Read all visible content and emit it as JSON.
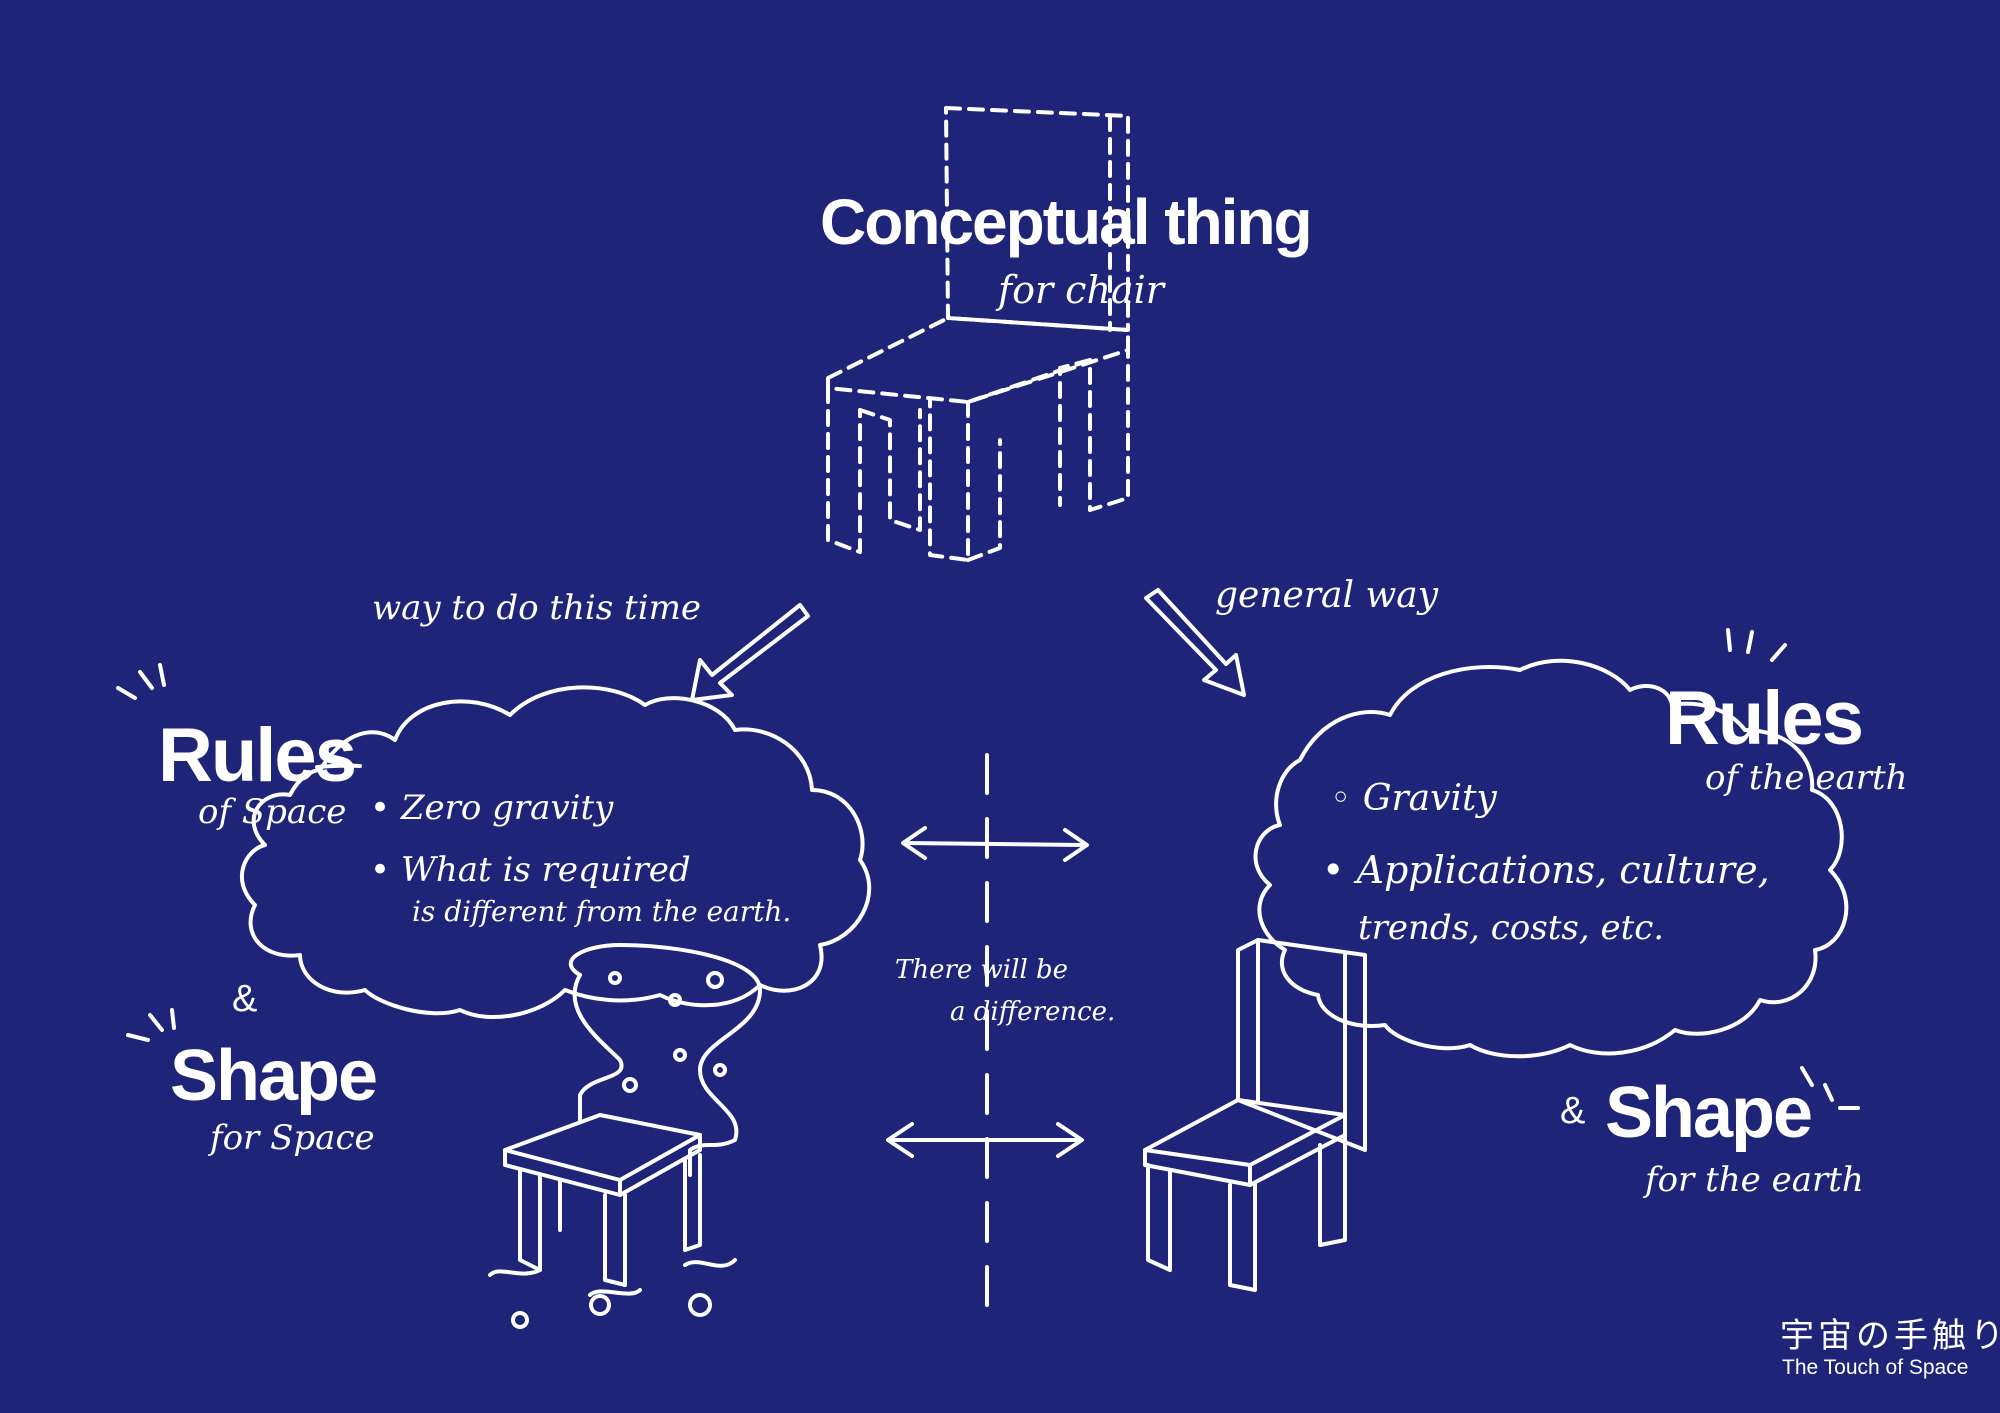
{
  "top": {
    "title": "Conceptual thing",
    "subtitle": "for chair"
  },
  "arrows": {
    "left_label": "way to do this time",
    "right_label": "general way"
  },
  "left": {
    "rules_title": "Rules",
    "rules_subtitle": "of Space",
    "bullets": [
      "Zero gravity",
      "What is required",
      "is different from the earth."
    ],
    "amp": "&",
    "shape_title": "Shape",
    "shape_subtitle": "for Space"
  },
  "right": {
    "rules_title": "Rules",
    "rules_subtitle": "of the earth",
    "bullets": [
      "Gravity",
      "Applications, culture,",
      "trends, costs, etc."
    ],
    "amp": "&",
    "shape_title": "Shape",
    "shape_subtitle": "for the earth"
  },
  "center": {
    "line1": "There will be",
    "line2": "a difference."
  },
  "logo": {
    "jp": "宇宙の手触り",
    "en": "The Touch of Space"
  },
  "colors": {
    "background": "#1e2478",
    "ink": "#ffffff"
  }
}
